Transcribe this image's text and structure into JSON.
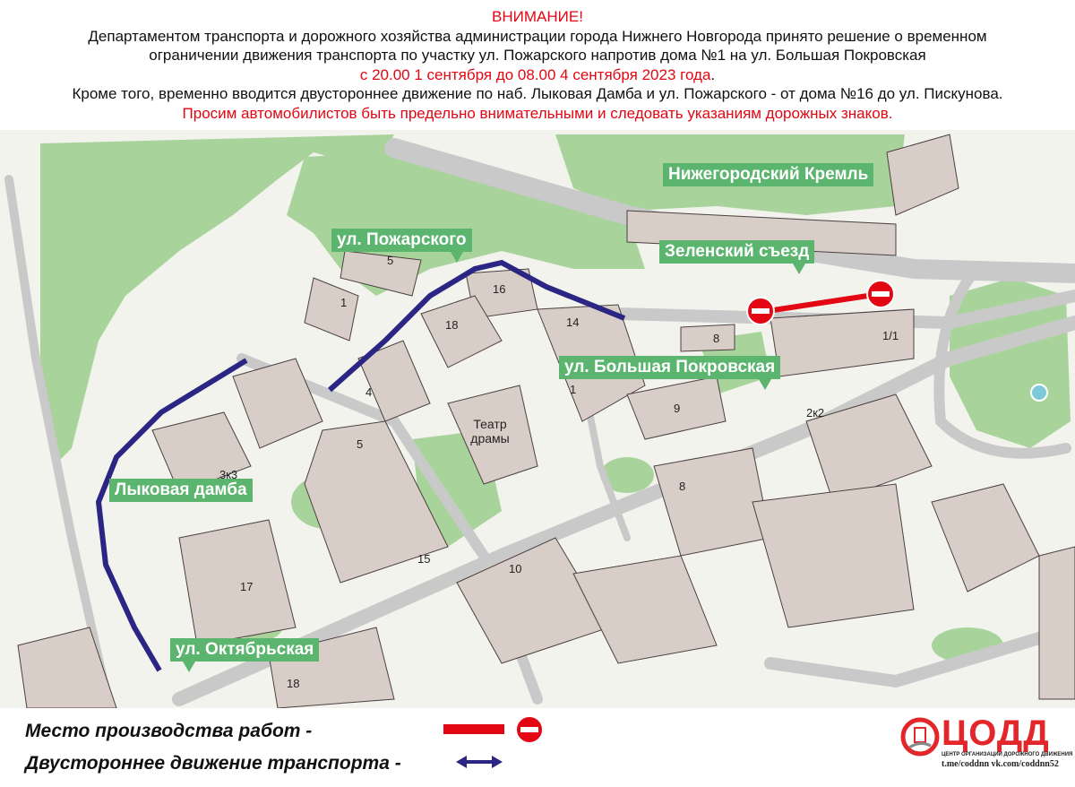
{
  "header": {
    "title": "ВНИМАНИЕ!",
    "line1": "Департаментом транспорта и дорожного хозяйства администрации города Нижнего Новгорода принято решение о временном",
    "line2": "ограничении движения транспорта по участку ул. Пожарского напротив дома №1 на ул. Большая Покровская",
    "dates": "с 20.00 1 сентября до 08.00 4 сентября 2023 года",
    "dates_suffix": ".",
    "line3": "Кроме того, временно вводится двустороннее движение по наб. Лыковая Дамба и ул. Пожарского - от дома №16 до ул. Пискунова.",
    "warning": "Просим автомобилистов быть предельно внимательными и следовать указаниям дорожных знаков."
  },
  "map": {
    "labels": {
      "kremlin": "Нижегородский Кремль",
      "zelensky": "Зеленский съезд",
      "pozharskogo": "ул. Пожарского",
      "pokrovskaya": "ул. Большая Покровская",
      "lykovaya": "Лыковая дамба",
      "oktyabrskaya": "ул. Октябрьская",
      "theatre": "Театр драмы"
    },
    "house_numbers": [
      "5",
      "1",
      "16",
      "18",
      "14",
      "4",
      "8",
      "1/1",
      "1",
      "9",
      "2к2",
      "5",
      "3к3",
      "8",
      "15",
      "10",
      "17",
      "18"
    ]
  },
  "legend": {
    "works_label": "Место производства работ -",
    "twoway_label": "Двустороннее движение транспорта -"
  },
  "logo": {
    "name": "ЦОДД",
    "subtitle": "ЦЕНТР ОРГАНИЗАЦИИ ДОРОЖНОГО ДВИЖЕНИЯ",
    "links": "t.me/coddnn vk.com/coddnn52"
  },
  "colors": {
    "route": "#2b2583",
    "works": "#e30613",
    "label_bg": "#5bb56e",
    "green": "#a8d49c",
    "building": "#d9cdc7",
    "road": "#c9c9c9"
  }
}
